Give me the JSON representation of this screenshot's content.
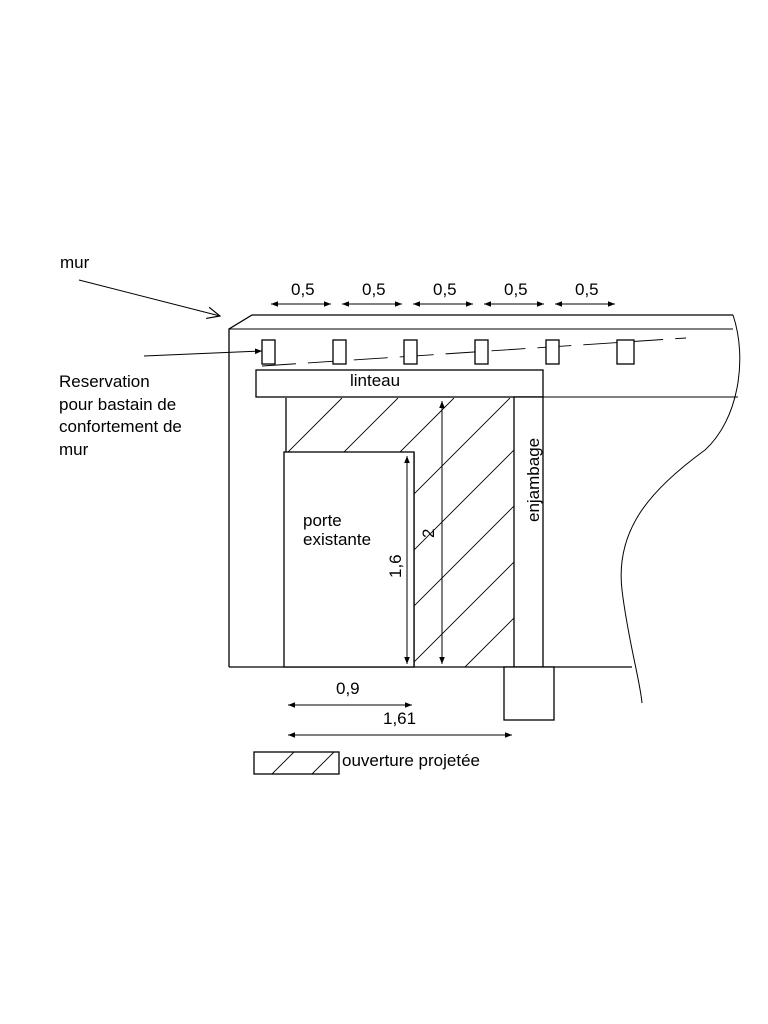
{
  "labels": {
    "wall": "mur",
    "reservation": [
      "Reservation",
      "pour bastain de",
      "confortement de",
      "mur"
    ],
    "lintel": "linteau",
    "span": "enjambage",
    "door": [
      "porte",
      "existante"
    ],
    "legend": "ouverture projetée"
  },
  "dimensions": {
    "spacing": [
      "0,5",
      "0,5",
      "0,5",
      "0,5",
      "0,5"
    ],
    "door_height": "1,6",
    "opening_height": "2",
    "door_width": "0,9",
    "opening_width": "1,61"
  }
}
